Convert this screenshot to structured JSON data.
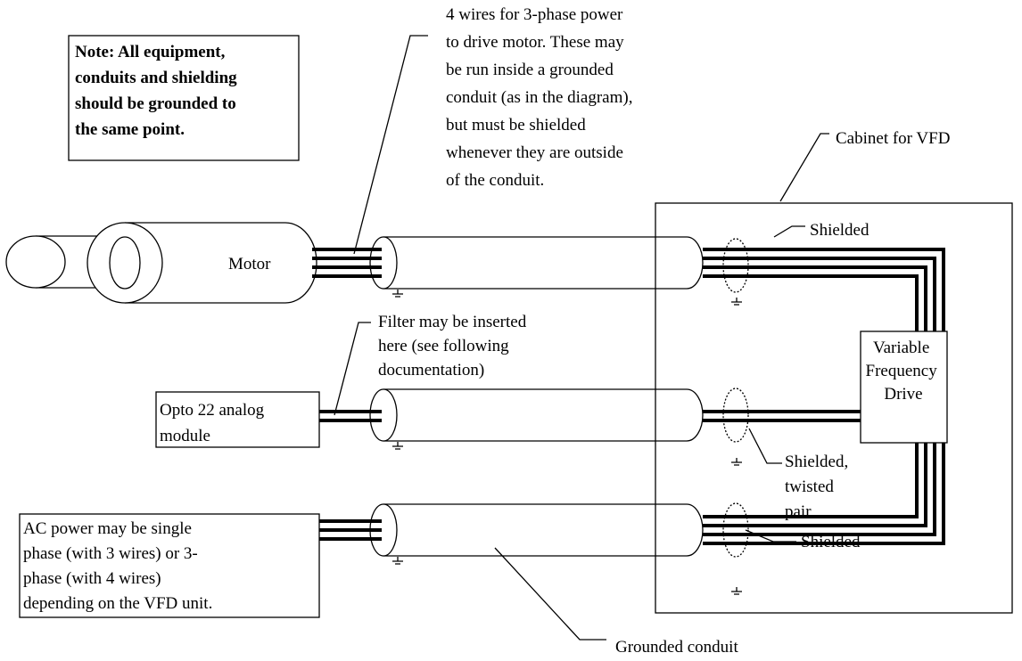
{
  "note": {
    "lines": [
      "Note: All equipment,",
      "conduits and shielding",
      "should be grounded to",
      "the same point."
    ]
  },
  "motor": {
    "label": "Motor"
  },
  "power_wires_callout": {
    "lines": [
      "4 wires for 3-phase power",
      "to drive motor.  These may",
      "be run inside a grounded",
      "conduit (as in the diagram),",
      "but must be shielded",
      "whenever they are outside",
      "of the conduit."
    ]
  },
  "cabinet": {
    "label": "Cabinet for VFD"
  },
  "filter_callout": {
    "lines": [
      "Filter may be inserted",
      "here (see following",
      "documentation)"
    ]
  },
  "analog_module": {
    "lines": [
      "Opto 22 analog",
      "module"
    ]
  },
  "vfd": {
    "lines": [
      "Variable",
      "Frequency",
      "Drive"
    ]
  },
  "shield_labels": {
    "top": "Shielded",
    "middle": [
      "Shielded,",
      "twisted",
      "pair"
    ],
    "bottom": "Shielded"
  },
  "ac_power": {
    "lines": [
      "AC power may be single",
      "phase (with 3 wires) or 3-",
      "phase (with 4 wires)",
      "depending on the VFD unit."
    ]
  },
  "conduit_callout": {
    "label": "Grounded conduit"
  }
}
